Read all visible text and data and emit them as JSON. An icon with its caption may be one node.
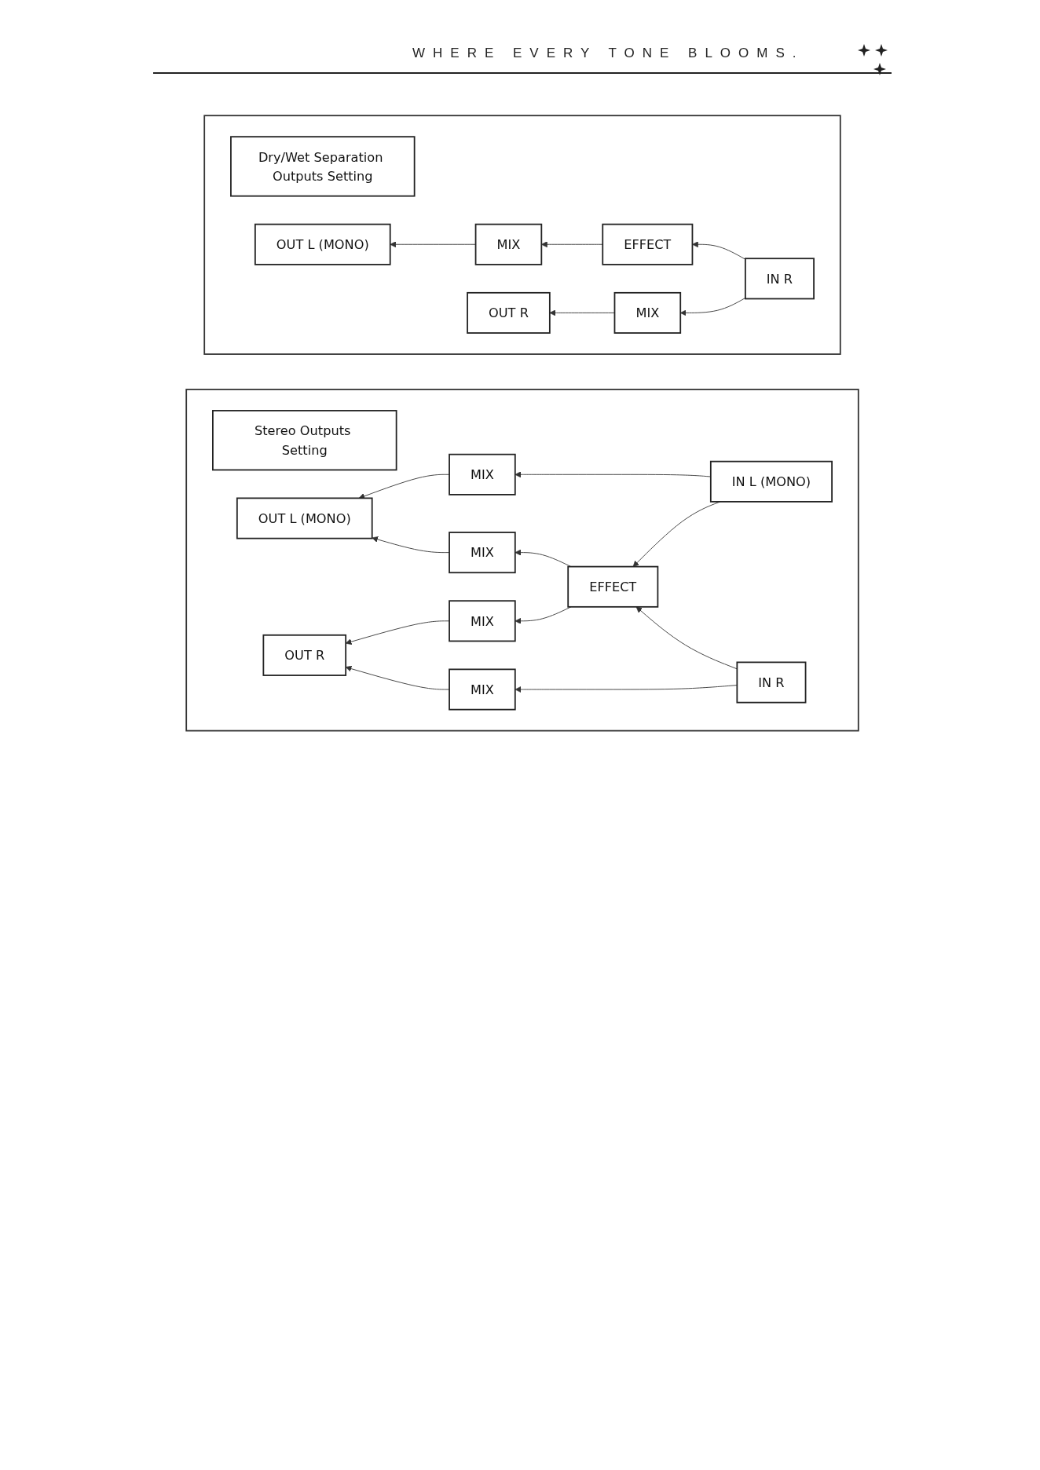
{
  "diagram": {
    "nodes": [
      {
        "text": [],
        "shape": "box"
      },
      {
        "text": [
          "Dry/Wet Separation Outputs Setting"
        ],
        "in": 0
      },
      {
        "text": [
          "OUT L (MONO)"
        ],
        "in": 0
      },
      {
        "text": [
          "MIX"
        ],
        "in": 0
      },
      {
        "text": [
          "EFFECT"
        ],
        "in": 0
      },
      {
        "text": [
          "IN R"
        ],
        "in": 0
      },
      {
        "text": [
          "OUT R"
        ],
        "in": 0
      },
      {
        "text": [
          "MIX"
        ],
        "in": 0
      },
      {
        "text": [],
        "shape": "box"
      },
      {
        "text": [
          "Stereo Outputs Setting"
        ],
        "in": 8
      },
      {
        "text": [
          "MIX"
        ],
        "in": 8
      },
      {
        "text": [
          "OUT L (MONO)"
        ],
        "in": 8
      },
      {
        "text": [
          "MIX"
        ],
        "in": 8
      },
      {
        "text": [
          "EFFECT"
        ],
        "in": 8
      },
      {
        "text": [
          "IN L (MONO)"
        ],
        "in": 8
      },
      {
        "text": [
          "OUT R"
        ],
        "in": 8
      },
      {
        "text": [
          "MIX"
        ],
        "in": 8
      },
      {
        "text": [
          "IN R"
        ],
        "in": 8
      },
      {
        "text": [
          "MIX"
        ],
        "in": 8
      }
    ],
    "edges": [
      {
        "from": 5,
        "to": 4,
        "arrow": "to"
      },
      {
        "from": 4,
        "to": 3,
        "arrow": "to"
      },
      {
        "from": 3,
        "to": 2,
        "arrow": "to"
      },
      {
        "from": 5,
        "to": 7,
        "arrow": "to"
      },
      {
        "from": 7,
        "to": 6,
        "arrow": "to"
      },
      {
        "from": 14,
        "to": 10,
        "arrow": "to"
      },
      {
        "from": 10,
        "to": 11,
        "arrow": "to"
      },
      {
        "from": 12,
        "to": 11,
        "arrow": "to"
      },
      {
        "from": 13,
        "to": 12,
        "arrow": "to"
      },
      {
        "from": 14,
        "to": 13,
        "arrow": "to"
      },
      {
        "from": 17,
        "to": 13,
        "arrow": "to"
      },
      {
        "from": 13,
        "to": 16,
        "arrow": "to"
      },
      {
        "from": 16,
        "to": 15,
        "arrow": "to"
      },
      {
        "from": 17,
        "to": 18,
        "arrow": "to"
      },
      {
        "from": 18,
        "to": 15,
        "arrow": "to"
      }
    ],
    "labels": [
      "WHERE EVERY TONE BLOOMS."
    ]
  }
}
